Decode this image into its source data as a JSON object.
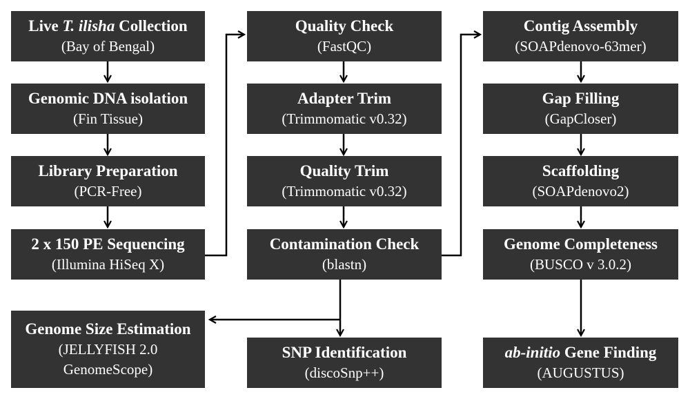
{
  "nodes": {
    "live_collection": {
      "title_pre": "Live ",
      "title_em": "T. ilisha",
      "title_post": " Collection",
      "sub": "(Bay of Bengal)"
    },
    "dna_isolation": {
      "title": "Genomic DNA isolation",
      "sub": "(Fin Tissue)"
    },
    "library_prep": {
      "title": "Library Preparation",
      "sub": "(PCR-Free)"
    },
    "sequencing": {
      "title": "2 x 150 PE Sequencing",
      "sub": "(Illumina HiSeq X)"
    },
    "quality_check": {
      "title": "Quality Check",
      "sub": "(FastQC)"
    },
    "adapter_trim": {
      "title": "Adapter Trim",
      "sub": "(Trimmomatic v0.32)"
    },
    "quality_trim": {
      "title": "Quality Trim",
      "sub": "(Trimmomatic v0.32)"
    },
    "contamination_check": {
      "title": "Contamination Check",
      "sub": "(blastn)"
    },
    "contig_assembly": {
      "title": "Contig Assembly",
      "sub": "(SOAPdenovo-63mer)"
    },
    "gap_filling": {
      "title": "Gap Filling",
      "sub": "(GapCloser)"
    },
    "scaffolding": {
      "title": "Scaffolding",
      "sub": "(SOAPdenovo2)"
    },
    "genome_completeness": {
      "title": "Genome Completeness",
      "sub": "(BUSCO v 3.0.2)"
    },
    "genome_size": {
      "title": "Genome Size Estimation",
      "sub1": "(JELLYFISH 2.0",
      "sub2": "GenomeScope)"
    },
    "snp_identification": {
      "title": "SNP Identification",
      "sub": "(discoSnp++)"
    },
    "gene_finding": {
      "title_em": "ab-initio",
      "title_post": " Gene Finding",
      "sub": "(AUGUSTUS)"
    }
  },
  "colors": {
    "box_fill": "#333333",
    "box_text": "#ffffff",
    "arrow": "#000000",
    "background": "#ffffff"
  }
}
